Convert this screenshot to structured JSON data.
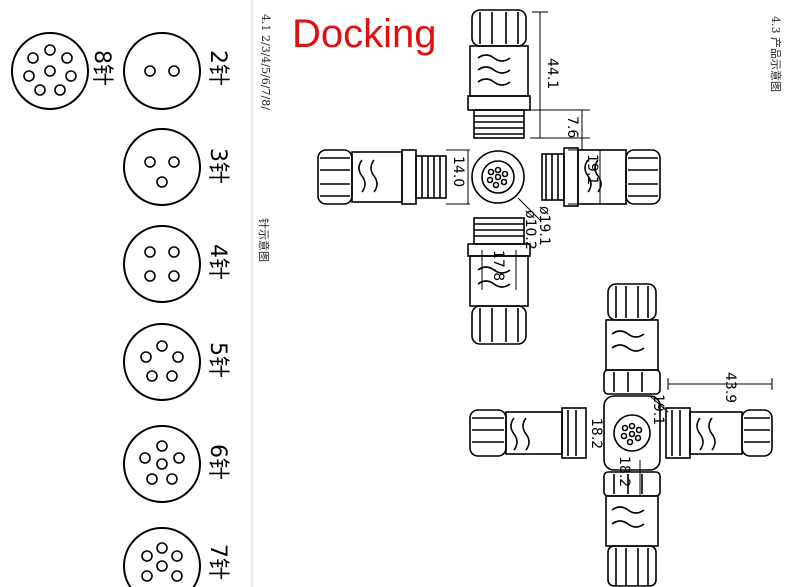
{
  "title": "Docking",
  "left_labels": {
    "section_1": "4.1 2/3/4/5/6/7/8/",
    "section_2": "针示意图"
  },
  "right_label": "4.3 产品示意图",
  "pins": [
    {
      "count": 8,
      "label": "8针"
    },
    {
      "count": 2,
      "label": "2针"
    },
    {
      "count": 3,
      "label": "3针"
    },
    {
      "count": 4,
      "label": "4针"
    },
    {
      "count": 5,
      "label": "5针"
    },
    {
      "count": 6,
      "label": "6针"
    },
    {
      "count": 7,
      "label": "7针"
    }
  ],
  "dimensions_top": {
    "length": "44.1",
    "offset": "7.6",
    "right_width": "19.1",
    "left_width": "14.0",
    "diameter_outer": "ø19.1",
    "diameter_inner": "ø10.2",
    "bottom_width": "17.8"
  },
  "dimensions_bottom": {
    "length": "43.9",
    "angle_dim": "19.1",
    "left_width": "18.2",
    "bottom_width": "18.2"
  },
  "colors": {
    "title": "#e01010",
    "line": "#000000"
  }
}
